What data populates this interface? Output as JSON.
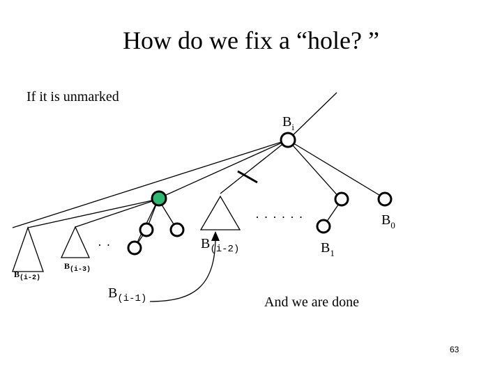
{
  "slide": {
    "title": "How do we fix a “hole? ”",
    "subtitle": "If it is unmarked",
    "conclusion": "And we are done",
    "page_number": "63"
  },
  "diagram": {
    "root_label": {
      "base": "B",
      "sub": "i"
    },
    "dots_right": "· · · · · ·",
    "dots_left": "· ·",
    "labels": {
      "b0": {
        "base": "B",
        "sub": "0"
      },
      "b1": {
        "base": "B",
        "sub": "1"
      },
      "b_i_minus_2_mid": {
        "base": "B",
        "sub": "(i-2)"
      },
      "b_i_minus_2_left": {
        "base": "B",
        "sub": "(i-2)"
      },
      "b_i_minus_3": {
        "base": "B",
        "sub": "(i-3)"
      },
      "b_i_minus_1": {
        "base": "B",
        "sub": "(i-1)"
      }
    },
    "colors": {
      "stroke": "#000000",
      "hole_node_fill": "#2eb872",
      "node_fill": "#ffffff"
    }
  }
}
